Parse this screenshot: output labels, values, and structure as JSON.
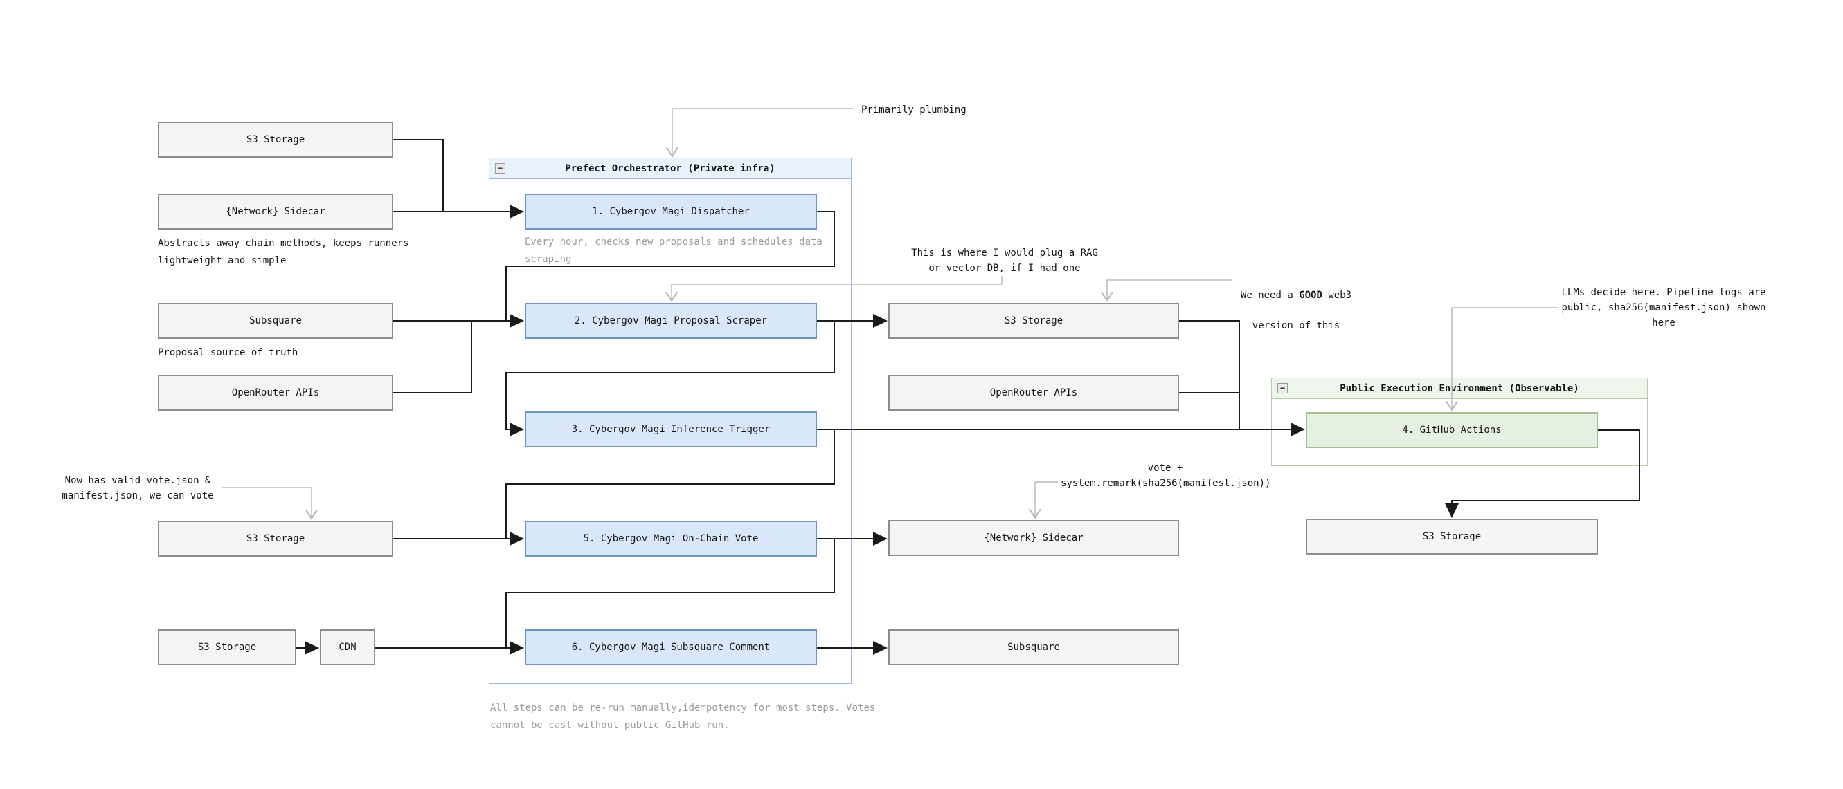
{
  "palette": {
    "background": "#ffffff",
    "gray_fill": "#f5f5f5",
    "gray_stroke": "#8c8c8c",
    "blue_fill": "#d9e7fa",
    "blue_stroke": "#7191c2",
    "blue_container_stroke": "#a3b8d9",
    "blue_header_fill": "#e9f1fc",
    "green_fill": "#e6f0e1",
    "green_stroke": "#a4bf97",
    "green_container_stroke": "#b5cbaa",
    "green_header_fill": "#eef5ec",
    "edge_color": "#1a1a1a",
    "leader_color": "#bbbbbb",
    "muted_text": "#9b9b9b"
  },
  "containers": {
    "prefect": {
      "title": "Prefect Orchestrator (Private infra)",
      "collapse_glyph": "−"
    },
    "public_exec": {
      "title": "Public Execution Environment (Observable)",
      "collapse_glyph": "−"
    }
  },
  "nodes": {
    "s3_top_left": {
      "label": "S3 Storage"
    },
    "sidecar_left": {
      "label": "{Network} Sidecar"
    },
    "subsquare_left": {
      "label": "Subsquare"
    },
    "openrouter_left": {
      "label": "OpenRouter APIs"
    },
    "s3_row5": {
      "label": "S3 Storage"
    },
    "s3_bottom": {
      "label": "S3 Storage"
    },
    "cdn": {
      "label": "CDN"
    },
    "dispatcher": {
      "label": "1. Cybergov Magi Dispatcher"
    },
    "scraper": {
      "label": "2. Cybergov Magi Proposal Scraper"
    },
    "inference": {
      "label": "3. Cybergov Magi Inference Trigger"
    },
    "onchain_vote": {
      "label": "5. Cybergov Magi On-Chain Vote"
    },
    "subsquare_comment": {
      "label": "6. Cybergov Magi Subsquare Comment"
    },
    "s3_right": {
      "label": "S3 Storage"
    },
    "openrouter_right": {
      "label": "OpenRouter APIs"
    },
    "sidecar_right": {
      "label": "{Network} Sidecar"
    },
    "subsquare_right": {
      "label": "Subsquare"
    },
    "github_actions": {
      "label": "4. GitHub Actions"
    },
    "s3_bottom_right": {
      "label": "S3 Storage"
    }
  },
  "captions": {
    "abstracts": "Abstracts away chain methods, keeps runners\nlightweight and simple",
    "proposal_truth": "Proposal source of truth",
    "every_hour": "Every hour, checks new proposals and schedules data\nscraping",
    "all_steps": "All steps can be re-run manually,idempotency for most steps. Votes\ncannot be cast without public GitHub run."
  },
  "annotations": {
    "plumbing": "Primarily plumbing",
    "rag": "This is where I would plug a RAG\nor vector DB, if I had one",
    "good_web3": {
      "part1": "We need a ",
      "bold": "GOOD",
      "part2": " web3",
      "line2": "version of this"
    },
    "llms": "LLMs decide here. Pipeline logs are\npublic, sha256(manifest.json) shown\nhere",
    "vote": "vote +\nsystem.remark(sha256(manifest.json))",
    "now_valid": "Now has valid vote.json &\nmanifest.json, we can vote"
  }
}
